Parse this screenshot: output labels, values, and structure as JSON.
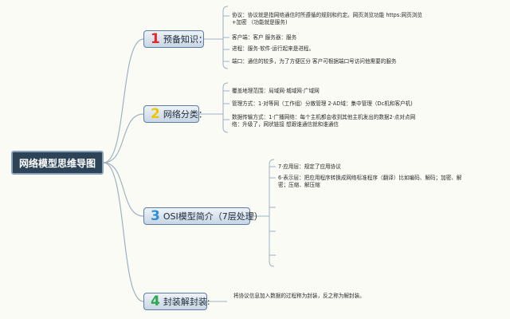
{
  "root": {
    "title": "网络模型思维导图"
  },
  "branches": [
    {
      "num": "1",
      "label": "预备知识：",
      "color": "#e0282a",
      "items": [
        [
          "协议：协议就是指网络通信时所遵循的规则和约定。网页浏览功能 https:网页浏览",
          "+加密 （功能就是服务)"
        ],
        [
          "客户端：客户 服务器：服务"
        ],
        [
          "进程：服务·软件·运行起来是进程。"
        ],
        [
          "端口：通信的较多，为了方便区分 客户可根据端口号访问他需要的服务"
        ]
      ]
    },
    {
      "num": "2",
      "label": "网络分类：",
      "color": "#f2c400",
      "items": [
        [
          "覆盖地理范围：局域网·城域网·广域网"
        ],
        [
          "管理方式：1·对等网（工作组）分散管理 2·AD域：集中管理（Dc机和客户机)"
        ],
        [
          "数据传输方式：1·广播网络：每个主机都会收到其他主机发出的数据2·点对点网",
          "络：升级了，网状链接 想跟谁通信就和谁通信"
        ]
      ]
    },
    {
      "num": "3",
      "label": "OSI模型简介（7层处理）",
      "color": "#2a8fd8",
      "items": [
        [
          "7·应用层：规定了应用协议"
        ],
        [
          "6·表示层：把应用程序转换成网络标准程序（翻译）比如编码、解码；加密、解",
          "密；压缩、解压缩"
        ]
      ]
    },
    {
      "num": "4",
      "label": "封装解封装:",
      "color": "#2fa84f",
      "items": [
        [
          "将协议信息加入数据的过程称为封装，反之称为解封装。"
        ]
      ]
    }
  ]
}
